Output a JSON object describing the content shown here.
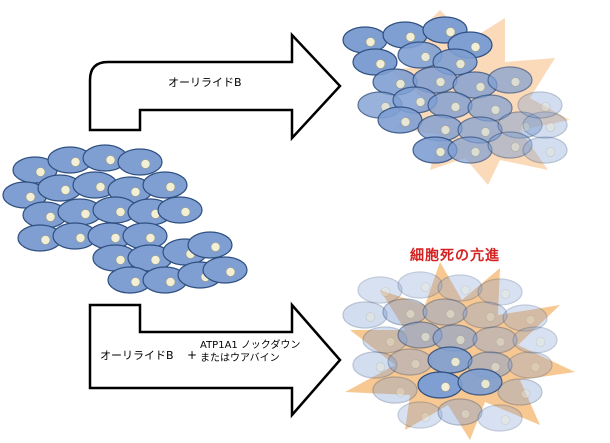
{
  "labels": {
    "top_arrow": "オーリライドB",
    "bottom_arrow_main": "オーリライドB",
    "plus": "+",
    "bottom_arrow_extra_line1": "ATP1A1 ノックダウン",
    "bottom_arrow_extra_line2": "またはウアバイン",
    "highlight": "細胞死の亢進"
  },
  "colors": {
    "cell_fill": "#7f9fd3",
    "cell_stroke": "#2f4f80",
    "nucleus_fill": "#f3efd5",
    "burst": "#f5b56e",
    "highlight_text": "#d42020"
  }
}
